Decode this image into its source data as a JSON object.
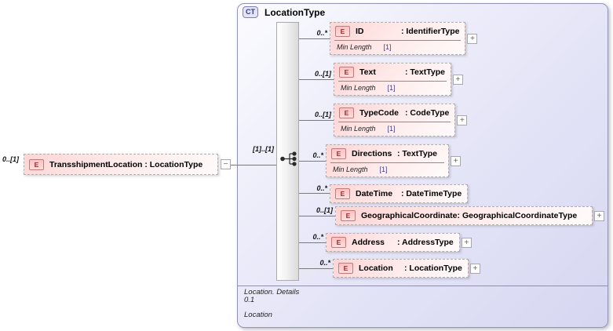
{
  "source_element": {
    "cardinality": "0..[1]",
    "badge": "E",
    "label": "TransshipmentLocation : LocationType",
    "collapse_glyph": "−"
  },
  "panel": {
    "badge": "CT",
    "title": "LocationType",
    "compositor": {
      "kind": "sequence",
      "cardinality": "[1]..[1]"
    },
    "children": [
      {
        "cardinality": "0..*",
        "badge": "E",
        "name": "ID",
        "type": ": IdentifierType",
        "facet": {
          "name": "Min Length",
          "value": "[1]"
        },
        "expand": "+"
      },
      {
        "cardinality": "0..[1]",
        "badge": "E",
        "name": "Text",
        "type": ": TextType",
        "facet": {
          "name": "Min Length",
          "value": "[1]"
        },
        "expand": "+"
      },
      {
        "cardinality": "0..[1]",
        "badge": "E",
        "name": "TypeCode",
        "type": ": CodeType",
        "facet": {
          "name": "Min Length",
          "value": "[1]"
        },
        "expand": "+"
      },
      {
        "cardinality": "0..*",
        "badge": "E",
        "name": "Directions",
        "type": ": TextType",
        "facet": {
          "name": "Min Length",
          "value": "[1]"
        },
        "expand": "+"
      },
      {
        "cardinality": "0..*",
        "badge": "E",
        "name": "DateTime",
        "type": ": DateTimeType"
      },
      {
        "cardinality": "0..[1]",
        "badge": "E",
        "name": "GeographicalCoordinate",
        "type": ": GeographicalCoordinateType",
        "expand": "+"
      },
      {
        "cardinality": "0..*",
        "badge": "E",
        "name": "Address",
        "type": ": AddressType",
        "expand": "+"
      },
      {
        "cardinality": "0..*",
        "badge": "E",
        "name": "Location",
        "type": ": LocationType",
        "expand": "+"
      }
    ],
    "footer": {
      "line1": "Location. Details",
      "line2": "0.1",
      "line3": "Location"
    }
  },
  "colors": {
    "panel_background": "#dedef5",
    "panel_border": "#9494b4",
    "element_fill": "#ffd4d4",
    "element_border_dashed": "#b0b0b0",
    "badge_fill": "#ffc0c0",
    "badge_border": "#c27b7b",
    "badge_text": "#9a2a2a",
    "connector_line": "#7a7a7a",
    "ct_badge_text": "#3a3a7d"
  }
}
